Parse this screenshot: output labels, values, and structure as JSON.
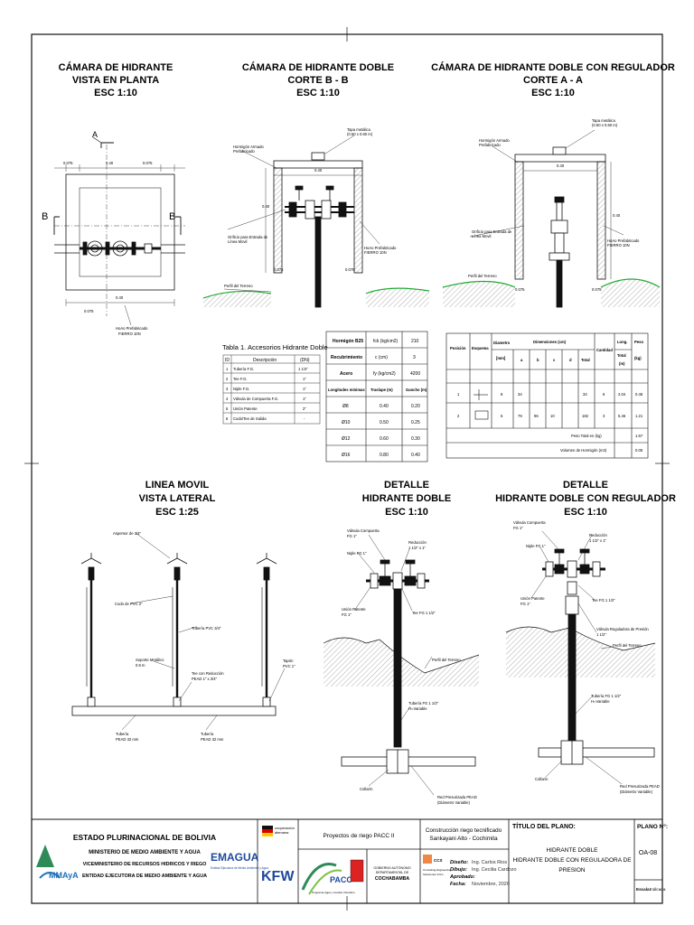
{
  "titles": {
    "plan_view": [
      "CÁMARA DE HIDRANTE",
      "VISTA EN PLANTA",
      "ESC 1:10"
    ],
    "section_bb": [
      "CÁMARA DE HIDRANTE DOBLE",
      "CORTE B - B",
      "ESC 1:10"
    ],
    "section_aa": [
      "CÁMARA DE HIDRANTE DOBLE CON REGULADOR",
      "CORTE A - A",
      "ESC 1:10"
    ],
    "mobile_line": [
      "LINEA MOVIL",
      "VISTA LATERAL",
      "ESC 1:25"
    ],
    "detail_double": [
      "DETALLE",
      "HIDRANTE DOBLE",
      "ESC 1:10"
    ],
    "detail_regulator": [
      "DETALLE",
      "HIDRANTE DOBLE CON REGULADOR",
      "ESC 1:10"
    ]
  },
  "plan_view": {
    "dim_top": [
      "0.075",
      "0.40",
      "0.075"
    ],
    "dim_bottom": "0.40",
    "dim_side": "0.075",
    "cut_left": "B",
    "cut_right": "B",
    "cut_top": "A",
    "note": [
      "HoAo Prefabricado",
      "FIERRO 10N"
    ]
  },
  "section_bb": {
    "lid": [
      "Tapa metálica",
      "(0.50 x 0.60 m)"
    ],
    "concrete": [
      "Hormigón Armado",
      "Prefabricado"
    ],
    "opening": [
      "Orificio para Entrada de",
      "Línea Movil"
    ],
    "hoao": [
      "HoAo Prefabricado",
      "FIERRO 10N"
    ],
    "terrain": "Perfil del Terreno",
    "dim_width": "0.40",
    "dim_height": "0.40",
    "dim_wall_l": "0.075",
    "dim_wall_r": "0.075"
  },
  "section_aa": {
    "lid": [
      "Tapa metálica",
      "(0.50 x 0.60 m)"
    ],
    "concrete": [
      "Hormigón Armado",
      "Prefabricado"
    ],
    "opening": [
      "Orificio para Entrada de",
      "Línea Movil"
    ],
    "hoao": [
      "HoAo Prefabricado",
      "FIERRO 10N"
    ],
    "terrain": "Perfil del Terreno",
    "dim_width": "0.40",
    "dim_height": "0.40",
    "dim_wall_l": "0.075",
    "dim_wall_r": "0.075"
  },
  "accessories_table": {
    "caption": "Tabla 1. Accesorios Hidrante Doble",
    "headers": [
      "ID",
      "Descripción",
      "(DN)"
    ],
    "rows": [
      [
        "1",
        "Tubería F.G.",
        "1 1/4\""
      ],
      [
        "2",
        "Tee F.G.",
        "1\""
      ],
      [
        "3",
        "Niple F.G.",
        "1\""
      ],
      [
        "4",
        "Válvula de Compuerta F.G.",
        "1\""
      ],
      [
        "5",
        "Unión Patente",
        "2\""
      ],
      [
        "6",
        "Codo/Tee de Salida",
        "-"
      ]
    ]
  },
  "materials_table": {
    "rows": [
      [
        "Hormigón B25",
        "fck (kg/cm2)",
        "210"
      ],
      [
        "Recubrimiento",
        "c (cm)",
        "3"
      ],
      [
        "Acero",
        "fy (kg/cm2)",
        "4200"
      ]
    ],
    "lap_headers": [
      "Longitudes mínimas",
      "Traslape (m)",
      "Gancho (m)"
    ],
    "lap_rows": [
      [
        "Ø8",
        "0.40",
        "0.20"
      ],
      [
        "Ø10",
        "0.50",
        "0.25"
      ],
      [
        "Ø12",
        "0.60",
        "0.30"
      ],
      [
        "Ø16",
        "0.80",
        "0.40"
      ]
    ]
  },
  "rebar_table": {
    "h_position": "Posición",
    "h_scheme": "Esquema",
    "h_diam": "Diametro",
    "h_diam_unit": "[mm]",
    "h_dims": "Dimensiones (cm)",
    "h_dim_cols": [
      "a",
      "b",
      "c",
      "d",
      "Total"
    ],
    "h_qty": "Cantidad",
    "h_len": "Long.",
    "h_len_total": "Total",
    "h_len_unit": "(m)",
    "h_weight": "Peso",
    "h_weight_unit": "(kg)",
    "rows": [
      [
        "1",
        "8",
        "34",
        "",
        "",
        "",
        "34",
        "6",
        "2.04",
        "0.46"
      ],
      [
        "2",
        "6",
        "79",
        "96",
        "10",
        "",
        "182",
        "3",
        "5.46",
        "1.21"
      ]
    ],
    "total_weight_label": "Peso Total en (kg)",
    "total_weight": "1.67",
    "concrete_volume_label": "Volumen de Hormigón (m3)",
    "concrete_volume": "0.05"
  },
  "mobile_line": {
    "sprinkler": "Aspersor de 3/4\"",
    "pvc_elbow": "Codo de PVC 2\"",
    "pvc_pipe": "Tubería PVC 3/4\"",
    "support": [
      "Soporte Metálico",
      "0.8 m"
    ],
    "reducer_tee": [
      "Tee con Reducción",
      "PEAD 1\" x 3/4\""
    ],
    "cap": [
      "Tapón",
      "PVC 1\""
    ],
    "pead_left": [
      "Tubería",
      "PEAD 32 mm"
    ],
    "pead_right": [
      "Tubería",
      "PEAD 32 mm"
    ]
  },
  "detail_double": {
    "gate_valve": [
      "Válvula Compuerta",
      "FG 1\""
    ],
    "nipple": "Niple FG 1\"",
    "reducer": [
      "Reducción",
      "1 1/2\" x 1\""
    ],
    "union": [
      "Unión Patente",
      "FG 1\""
    ],
    "tee": "Tee FG 1 1/2\"",
    "terrain": "Perfil del Terreno",
    "pipe": [
      "Tubería FG 1 1/2\"",
      "H=Variable"
    ],
    "collar": "Collarín",
    "network": [
      "Red Presurizada PEAD",
      "(Diámetro Variable)"
    ]
  },
  "detail_regulator": {
    "gate_valve": [
      "Válvula Compuerta",
      "FG 1\""
    ],
    "nipple": "Niple FG 1\"",
    "reducer": [
      "Reducción",
      "1 1/2\" x 1\""
    ],
    "union": [
      "Unión Patente",
      "FG 1\""
    ],
    "tee": "Tee FG 1 1/2\"",
    "regulator": [
      "Válvula Reguladora de Presión",
      "1 1/2\""
    ],
    "terrain": "Perfil del Terreno",
    "pipe": [
      "Tubería FG 1 1/2\"",
      "H=Variable"
    ],
    "collar": "Collarín",
    "network": [
      "Red Presurizada PEAD",
      "(Diámetro Variable)"
    ]
  },
  "title_block": {
    "state": "ESTADO PLURINACIONAL DE BOLIVIA",
    "ministry": "MINISTERIO DE MEDIO AMBIENTE Y AGUA",
    "vice": "VICEMINISTERIO DE RECURSOS HIDRICOS Y RIEGO",
    "entity": "ENTIDAD EJECUTORA DE MEDIO AMBIENTE Y AGUA",
    "mmaya": "MMAyA",
    "emagua": "EMAGUA",
    "emagua_sub": "Entidad Ejecutora de Medio Ambiente y Agua",
    "coop": [
      "cooperación",
      "alemana"
    ],
    "kfw": "KFW",
    "program": "Proyectos de riego PACC II",
    "pacc": "PACC",
    "pacc_sub": "Programa Agua y Cambio Climático",
    "gov": [
      "GOBIERNO AUTÓNOMO",
      "DEPARTAMENTAL DE",
      "COCHABAMBA"
    ],
    "project": [
      "Construcción riego tecnificado",
      "Sankayani Alto - Cochimita"
    ],
    "consultant": [
      "CCS",
      "Consulting Engineering",
      "Soluciones S.R.L."
    ],
    "design_label": "Diseño:",
    "design_value": "Ing. Carlos Rios",
    "drawing_label": "Dibujo:",
    "drawing_value": "Ing. Cecilia Cardozo",
    "approved_label": "Aprobado:",
    "approved_value": "",
    "date_label": "Fecha:",
    "date_value": "Noviembre, 2020",
    "plan_title_label": "TÍTULO DEL PLANO:",
    "plan_title": [
      "HIDRANTE DOBLE",
      "HIDRANTE DOBLE CON REGULADORA DE",
      "PRESION"
    ],
    "plan_no_label": "PLANO N°:",
    "plan_no": "OA-08",
    "scale_label": "Escala:",
    "scale_value": "Indicada"
  },
  "colors": {
    "ink": "#111111",
    "ground": "#22aa33",
    "hatch": "#666666"
  }
}
